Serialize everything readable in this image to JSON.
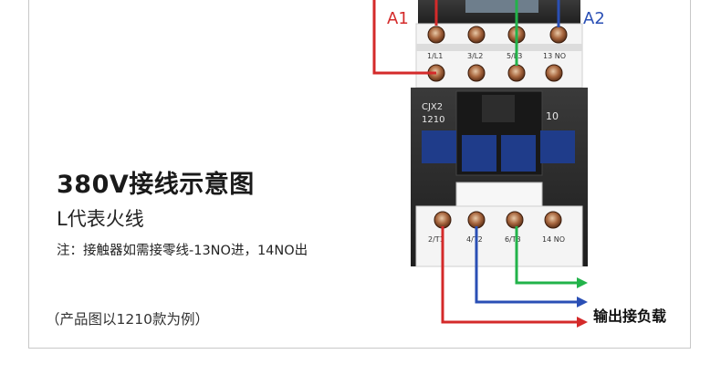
{
  "heading": {
    "title": "380V接线示意图",
    "subtitle": "L代表火线",
    "note": "注：接触器如需接零线-13NO进，14NO出",
    "footnote": "（产品图以1210款为例）"
  },
  "coil_labels": {
    "a1": "A1",
    "a2": "A2"
  },
  "top_terminals": [
    "1/L1",
    "3/L2",
    "5/L3",
    "13 NO"
  ],
  "bottom_terminals": [
    "2/T1",
    "4/T2",
    "6/T3",
    "14 NO"
  ],
  "device": {
    "model": "CJX2",
    "code": "1210",
    "rating": "10"
  },
  "output_label": "输出接负载",
  "colors": {
    "red_wire": "#d42a2a",
    "blue_wire": "#2a4fb5",
    "green_wire": "#22b34a",
    "body_dark": "#2b2b2b",
    "body_light": "#f2f2f2",
    "button_blue": "#1f3c8a"
  }
}
